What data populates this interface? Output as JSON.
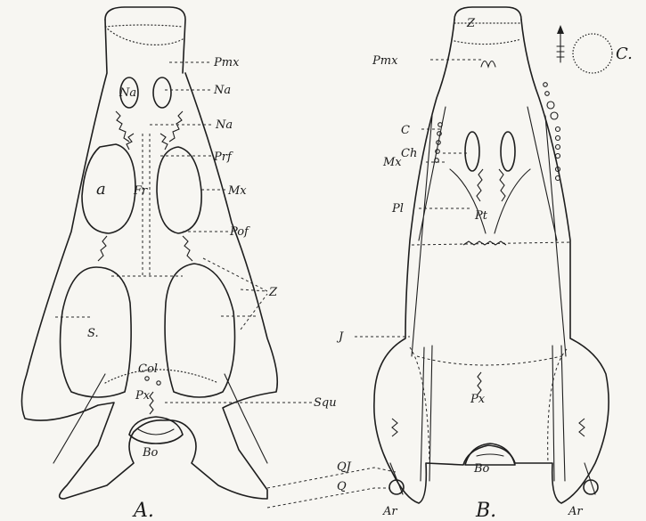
{
  "labels_a": {
    "pmx": "Pmx",
    "na_small": "Na",
    "na1": "Na",
    "na2": "Na",
    "prf": "Prf",
    "mx": "Mx",
    "pof": "Pof",
    "a": "a",
    "fr": "Fr",
    "z": "Z",
    "s": "S.",
    "col": "Col",
    "px": "Px",
    "squ": "Squ",
    "bo": "Bo",
    "qj": "QJ",
    "q": "Q",
    "caption": "A."
  },
  "labels_b": {
    "pmx": "Pmx",
    "z": "Z",
    "c": "C",
    "ch": "Ch",
    "mx": "Mx",
    "pl": "Pl",
    "pt": "Pt",
    "j": "J",
    "px": "Px",
    "bo": "Bo",
    "ar_left": "Ar",
    "ar_right": "Ar",
    "caption": "B."
  },
  "inset": {
    "label": "C."
  }
}
